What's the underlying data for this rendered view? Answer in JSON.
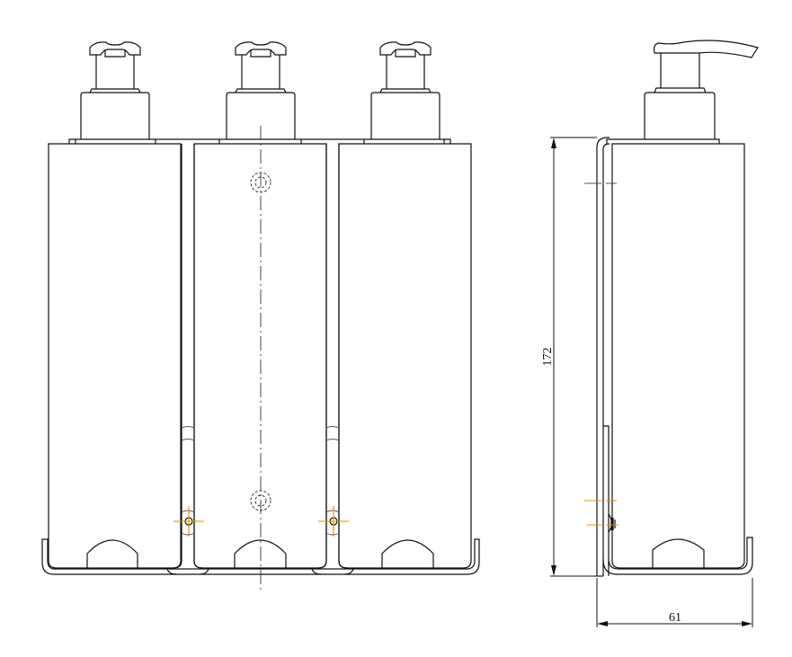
{
  "drawing": {
    "views": [
      "front-view",
      "side-view"
    ],
    "dimensions": {
      "height_label": "172",
      "depth_label": "61"
    },
    "colors": {
      "outline": "#111111",
      "centerline": "#333333",
      "hole_marks": "#f08a00"
    }
  }
}
